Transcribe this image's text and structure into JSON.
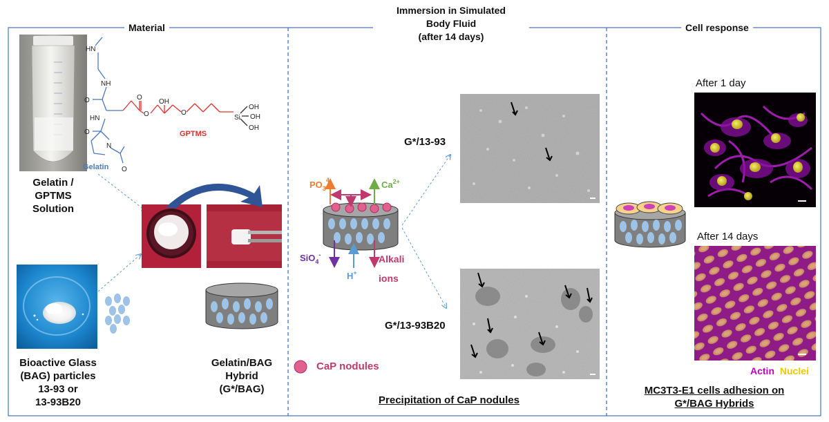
{
  "sections": {
    "material": "Material",
    "immersion_line1": "Immersion in Simulated",
    "immersion_line2": "Body Fluid",
    "immersion_line3": "(after 14 days)",
    "cell": "Cell response"
  },
  "material": {
    "gelatin_label": [
      "Gelatin /",
      "GPTMS",
      "Solution"
    ],
    "bag_label": [
      "Bioactive Glass",
      "(BAG) particles",
      "13-93 or",
      "13-93B20"
    ],
    "hybrid_label": [
      "Gelatin/BAG",
      "Hybrid",
      "(G*/BAG)"
    ],
    "chem": {
      "hn1": "HN",
      "nh": "NH",
      "o1": "O",
      "hn2": "HN",
      "n": "N",
      "o2": "O",
      "o3": "O",
      "o4": "O",
      "oh": "OH",
      "o5": "O",
      "si": "Si",
      "si_oh1": "OH",
      "si_oh2": "OH",
      "si_oh3": "OH",
      "gptms": "GPTMS",
      "gelatin": "Gelatin"
    }
  },
  "immersion": {
    "ion_po4": "PO",
    "ion_po4_sub": "3",
    "ion_po4_sup": "4-",
    "ion_ca": "Ca",
    "ion_ca_sup": "2+",
    "ion_sio4": "SiO",
    "ion_sio4_sub": "4",
    "ion_sio4_sup": "-",
    "ion_h": "H",
    "ion_h_sup": "+",
    "ion_alkali_1": "Alkali",
    "ion_alkali_2": "ions",
    "sample1": "G*/13-93",
    "sample2": "G*/13-93B20",
    "legend_cap": "CaP nodules",
    "caption": "Precipitation of CaP nodules"
  },
  "cell": {
    "after1": "After 1 day",
    "after14": "After 14 days",
    "actin": "Actin",
    "nuclei": "Nuclei",
    "caption_line1": "MC3T3-E1 cells adhesion on",
    "caption_line2": "G*/BAG Hybrids"
  },
  "colors": {
    "frame": "#4472c4",
    "gelatin_blue": "#4a78c2",
    "gptms_red": "#e0302c",
    "cap_pink": "#e06090",
    "po4_orange": "#ed7d31",
    "ca_green": "#70ad47",
    "sio4_purple": "#7030a0",
    "h_blue": "#5b9bd5",
    "alkali_pink": "#c0396e",
    "actin_magenta": "#c000c0",
    "nuclei_yellow": "#ffd700"
  }
}
